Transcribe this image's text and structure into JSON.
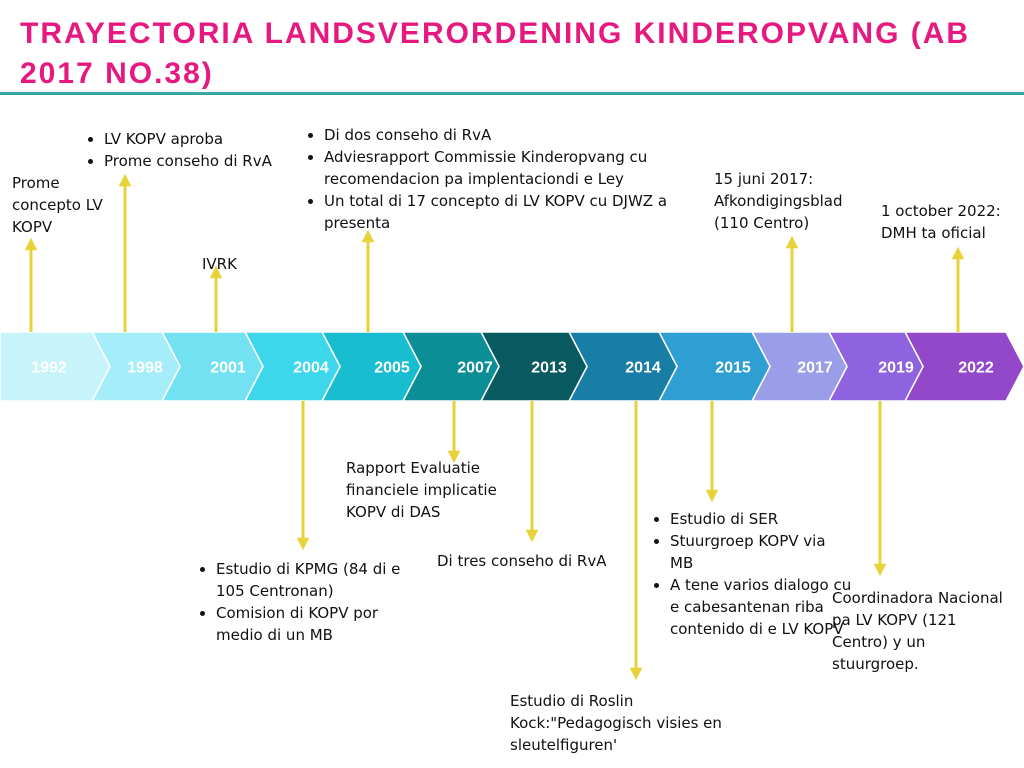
{
  "title": "TRAYECTORIA LANDSVERORDENING KINDEROPVANG (AB 2017 NO.38)",
  "colors": {
    "title": "#e5197f",
    "rule": "#3aa6a2",
    "connector": "#e8d23a"
  },
  "years": [
    {
      "label": "1992",
      "fill": "#c6f4fa",
      "text": "#ffffff"
    },
    {
      "label": "1998",
      "fill": "#a5edf8",
      "text": "#ffffff"
    },
    {
      "label": "2001",
      "fill": "#72e2f2",
      "text": "#ffffff"
    },
    {
      "label": "2004",
      "fill": "#3dd6ea",
      "text": "#ffffff"
    },
    {
      "label": "2005",
      "fill": "#19bdd0",
      "text": "#ffffff"
    },
    {
      "label": "2007",
      "fill": "#0b8e96",
      "text": "#ffffff"
    },
    {
      "label": "2013",
      "fill": "#085a60",
      "text": "#ffffff"
    },
    {
      "label": "2014",
      "fill": "#187ea5",
      "text": "#ffffff"
    },
    {
      "label": "2015",
      "fill": "#2f9fd3",
      "text": "#ffffff"
    },
    {
      "label": "2017",
      "fill": "#9a9ee8",
      "text": "#ffffff"
    },
    {
      "label": "2019",
      "fill": "#8f63e0",
      "text": "#ffffff"
    },
    {
      "label": "2022",
      "fill": "#9248c8",
      "text": "#ffffff"
    }
  ],
  "events": {
    "y1992": "Prome concepto LV KOPV",
    "y1998": [
      "LV KOPV aproba",
      "Prome conseho di RvA"
    ],
    "y2001": "IVRK",
    "y2004": [
      "Estudio di KPMG (84 di e 105 Centronan)",
      "Comision di KOPV por medio di un MB"
    ],
    "y2005": [
      "Di dos conseho di RvA",
      "Adviesrapport Commissie Kinderopvang cu recomendacion pa implentaciondi e Ley",
      "Un total di 17 concepto di LV KOPV cu DJWZ a presenta"
    ],
    "y2007": "Rapport Evaluatie financiele implicatie KOPV di DAS",
    "y2013": "Di tres conseho di RvA",
    "y2014": "Estudio di Roslin Kock:\"Pedagogisch visies en sleutelfiguren'",
    "y2015": [
      "Estudio di SER",
      "Stuurgroep KOPV via MB",
      "A tene varios dialogo cu e cabesantenan riba contenido di e LV KOPV"
    ],
    "y2017": "15 juni 2017: Afkondigingsblad (110 Centro)",
    "y2019": "Coordinadora Nacional pa LV KOPV (121 Centro) y un stuurgroep.",
    "y2022": "1 october 2022: DMH ta oficial"
  }
}
